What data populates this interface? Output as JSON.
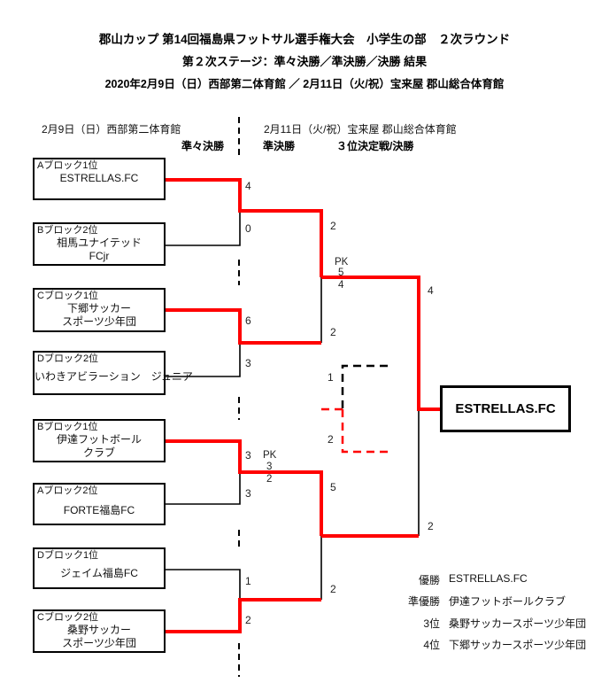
{
  "header": {
    "title1": "郡山カップ 第14回福島県フットサル選手権大会　小学生の部　２次ラウンド",
    "title2": "第２次ステージ：準々決勝／準決勝／決勝 結果",
    "title3": "2020年2月9日（日）西部第二体育館 ／ 2月11日（火/祝）宝来屋 郡山総合体育館"
  },
  "columns": {
    "venue_left": "2月9日（日）西部第二体育館",
    "venue_right": "2月11日（火/祝）宝来屋 郡山総合体育館",
    "round_quarterfinal": "準々決勝",
    "round_semifinal": "準決勝",
    "round_final": "３位決定戦/決勝"
  },
  "teams": [
    {
      "seed": "Aブロック1位",
      "name1": "ESTRELLAS.FC",
      "name2": ""
    },
    {
      "seed": "Bブロック2位",
      "name1": "相馬ユナイテッド",
      "name2": "FCjr"
    },
    {
      "seed": "Cブロック1位",
      "name1": "下郷サッカー",
      "name2": "スポーツ少年団"
    },
    {
      "seed": "Dブロック2位",
      "name1": "いわきアビラーション　ジュニア",
      "name2": ""
    },
    {
      "seed": "Bブロック1位",
      "name1": "伊達フットボール",
      "name2": "クラブ"
    },
    {
      "seed": "Aブロック2位",
      "name1": "FORTE福島FC",
      "name2": ""
    },
    {
      "seed": "Dブロック1位",
      "name1": "ジェイム福島FC",
      "name2": ""
    },
    {
      "seed": "Cブロック2位",
      "name1": "桑野サッカー",
      "name2": "スポーツ少年団"
    }
  ],
  "scores": {
    "qf1_top": "4",
    "qf1_bottom": "0",
    "qf2_top": "6",
    "qf2_bottom": "3",
    "qf3_top": "3",
    "qf3_pk_label": "PK",
    "qf3_pk_top": "3",
    "qf3_pk_bottom": "2",
    "qf3_bottom": "3",
    "qf4_top": "1",
    "qf4_bottom": "2",
    "sf1_top": "2",
    "sf1_pk_label": "PK",
    "sf1_pk_top": "5",
    "sf1_pk_bottom": "4",
    "sf1_bottom": "2",
    "sf2_top": "5",
    "sf2_bottom": "2",
    "final_top": "4",
    "final_bottom": "2",
    "third_top": "1",
    "third_bottom": "2"
  },
  "champion_box": "ESTRELLAS.FC",
  "results": {
    "rows": [
      {
        "label": "優勝",
        "team": "ESTRELLAS.FC"
      },
      {
        "label": "準優勝",
        "team": "伊達フットボールクラブ"
      },
      {
        "label": "3位",
        "team": "桑野サッカースポーツ少年団"
      },
      {
        "label": "4位",
        "team": "下郷サッカースポーツ少年団"
      }
    ]
  },
  "colors": {
    "winner_line": "#ff0000",
    "line": "#000000"
  }
}
